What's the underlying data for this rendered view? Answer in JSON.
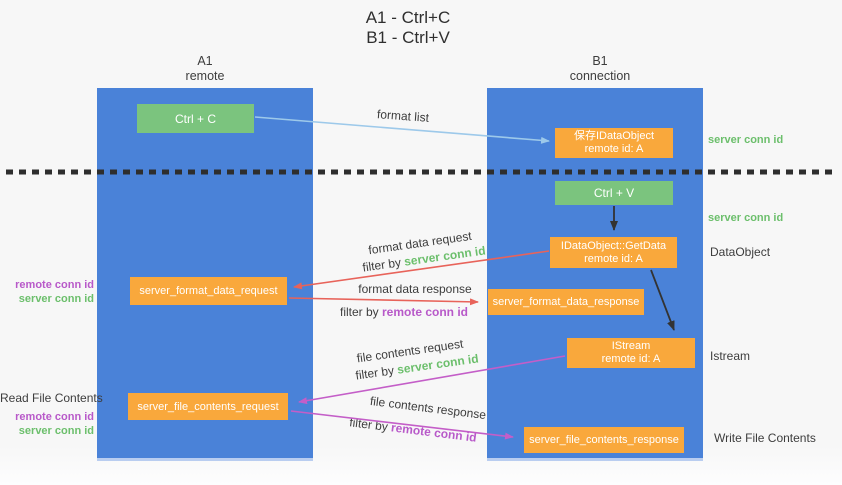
{
  "title": {
    "line1": "A1 - Ctrl+C",
    "line2": "B1 - Ctrl+V"
  },
  "columns": {
    "a": {
      "name": "A1",
      "subtitle": "remote"
    },
    "b": {
      "name": "B1",
      "subtitle": "connection"
    }
  },
  "nodes": {
    "ctrl_c": "Ctrl + C",
    "save_dataobject_line1": "保存IDataObject",
    "save_dataobject_line2": "remote id: A",
    "ctrl_v": "Ctrl + V",
    "getdata_line1": "IDataObject::GetData",
    "getdata_line2": "remote id: A",
    "format_request": "server_format_data_request",
    "format_response": "server_format_data_response",
    "istream_line1": "IStream",
    "istream_line2": "remote id: A",
    "file_request": "server_file_contents_request",
    "file_response": "server_file_contents_response"
  },
  "edge_labels": {
    "format_list": "format list",
    "format_data_request": "format data request",
    "format_data_response": "format data response",
    "file_contents_request": "file contents request",
    "file_contents_response": "file contents response",
    "filter_by": "filter by ",
    "server_conn_id": "server conn id",
    "remote_conn_id": "remote conn id"
  },
  "side_labels": {
    "server_conn_id_top": "server conn id",
    "server_conn_id_mid": "server conn id",
    "dataobject": "DataObject",
    "istream": "Istream",
    "write_file_contents": "Write File Contents",
    "read_file_contents": "Read File Contents",
    "remote_conn_id_fmt": "remote conn id",
    "server_conn_id_fmt": "server conn id",
    "remote_conn_id_file": "remote conn id",
    "server_conn_id_file": "server conn id"
  },
  "colors": {
    "background": "#f7f7f7",
    "column_blue": "#4a82d8",
    "node_green": "#7bc47e",
    "node_orange": "#f9a83c",
    "arrow_blue": "#9dc9ea",
    "arrow_red": "#e8635a",
    "arrow_purple": "#c45ec8",
    "arrow_dark": "#333333",
    "text_green": "#6cbf6c",
    "text_purple": "#b859c9",
    "text_dark": "#3d3d3d"
  }
}
